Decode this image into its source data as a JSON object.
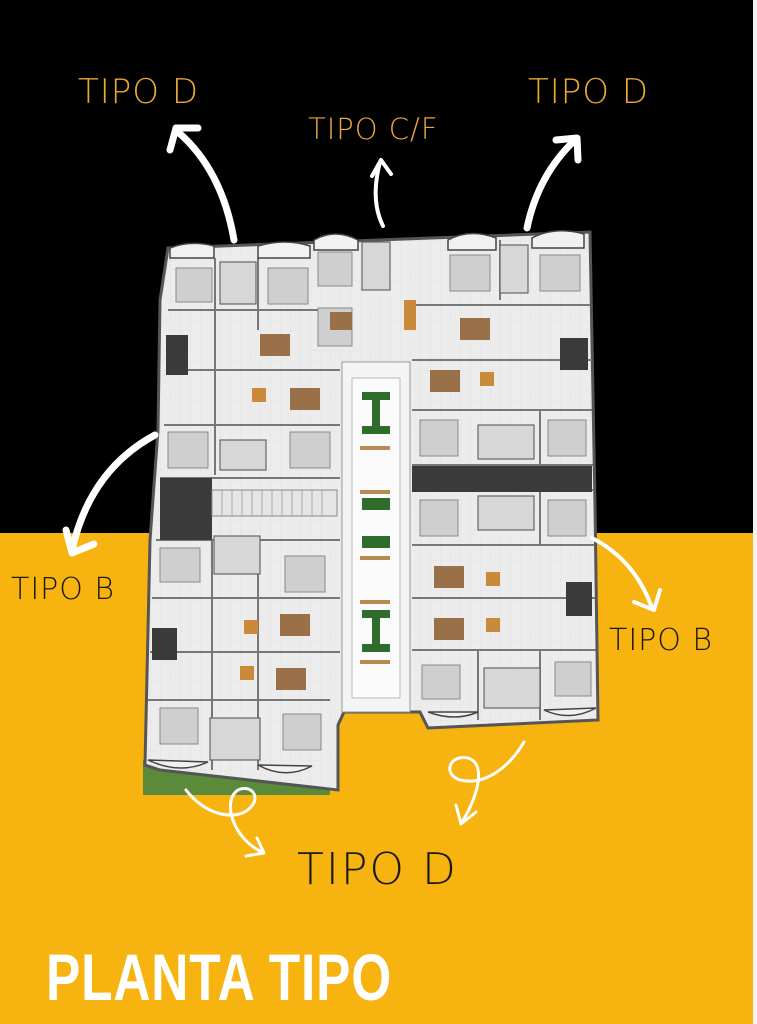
{
  "labels": {
    "top_left": "TIPO D",
    "top_center": "TIPO C/F",
    "top_right": "TIPO D",
    "left": "TIPO B",
    "right": "TIPO B",
    "bottom": "TIPO D"
  },
  "title": "PLANTA TIPO",
  "colors": {
    "background_top": "#000000",
    "background_bottom": "#F7B30F",
    "label_on_dark": "#E8A838",
    "label_on_yellow": "#1a1a1a",
    "arrow": "#ffffff",
    "title": "#ffffff"
  },
  "icons": [
    "floor-plan-image",
    "arrow-icon"
  ]
}
